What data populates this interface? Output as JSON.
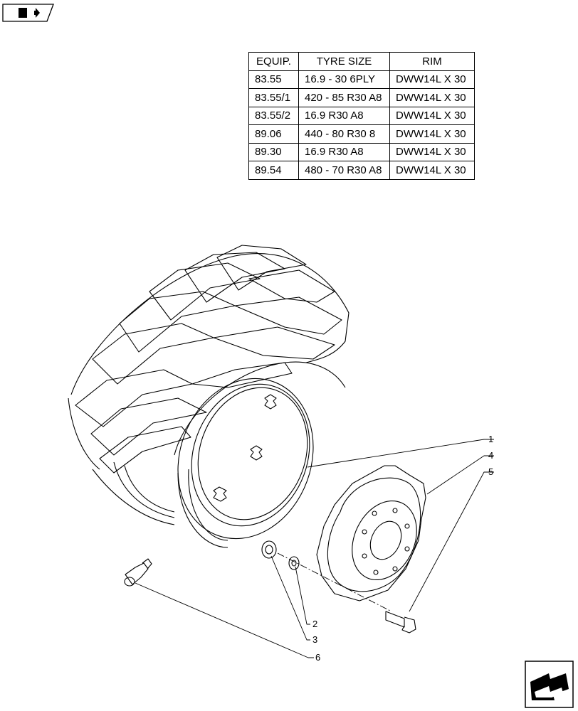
{
  "table": {
    "headers": [
      "EQUIP.",
      "TYRE SIZE",
      "RIM"
    ],
    "rows": [
      [
        "83.55",
        "16.9 - 30 6PLY",
        "DWW14L X 30"
      ],
      [
        "83.55/1",
        "420 - 85 R30 A8",
        "DWW14L X 30"
      ],
      [
        "83.55/2",
        "16.9 R30 A8",
        "DWW14L X 30"
      ],
      [
        "89.06",
        "440 - 80 R30 8",
        "DWW14L X 30"
      ],
      [
        "89.30",
        "16.9 R30 A8",
        "DWW14L X 30"
      ],
      [
        "89.54",
        "480 - 70 R30 A8",
        "DWW14L X 30"
      ]
    ]
  },
  "callouts": [
    "1",
    "4",
    "5",
    "2",
    "3",
    "6"
  ],
  "icons": {
    "top": "book-arrow-icon",
    "bottom": "next-page-arrow-icon"
  }
}
